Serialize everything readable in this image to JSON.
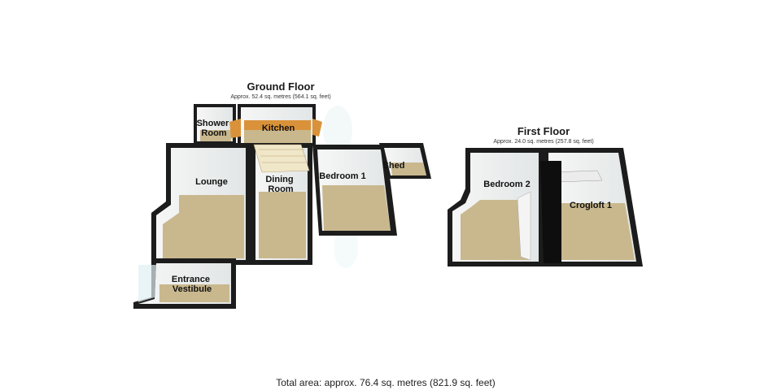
{
  "ground_floor": {
    "title": "Ground Floor",
    "area": "Approx. 52.4 sq. metres (564.1 sq. feet)",
    "rooms": {
      "shower_room": [
        "Shower",
        "Room"
      ],
      "kitchen": "Kitchen",
      "lounge": "Lounge",
      "dining_room": [
        "Dining",
        "Room"
      ],
      "bedroom_1": "Bedroom 1",
      "shed": "Shed",
      "entrance_vestibule": [
        "Entrance",
        "Vestibule"
      ]
    }
  },
  "first_floor": {
    "title": "First Floor",
    "area": "Approx. 24.0 sq. metres (257.8 sq. feet)",
    "rooms": {
      "bedroom_2": "Bedroom 2",
      "crogloft_1": "Crogloft 1"
    }
  },
  "total_area": "Total area: approx. 76.4 sq. metres (821.9 sq. feet)",
  "colors": {
    "floor": "#c9b88e",
    "wall": "#1c1c1c",
    "glass": "#dff0f2",
    "worktop": "#d9923a"
  }
}
